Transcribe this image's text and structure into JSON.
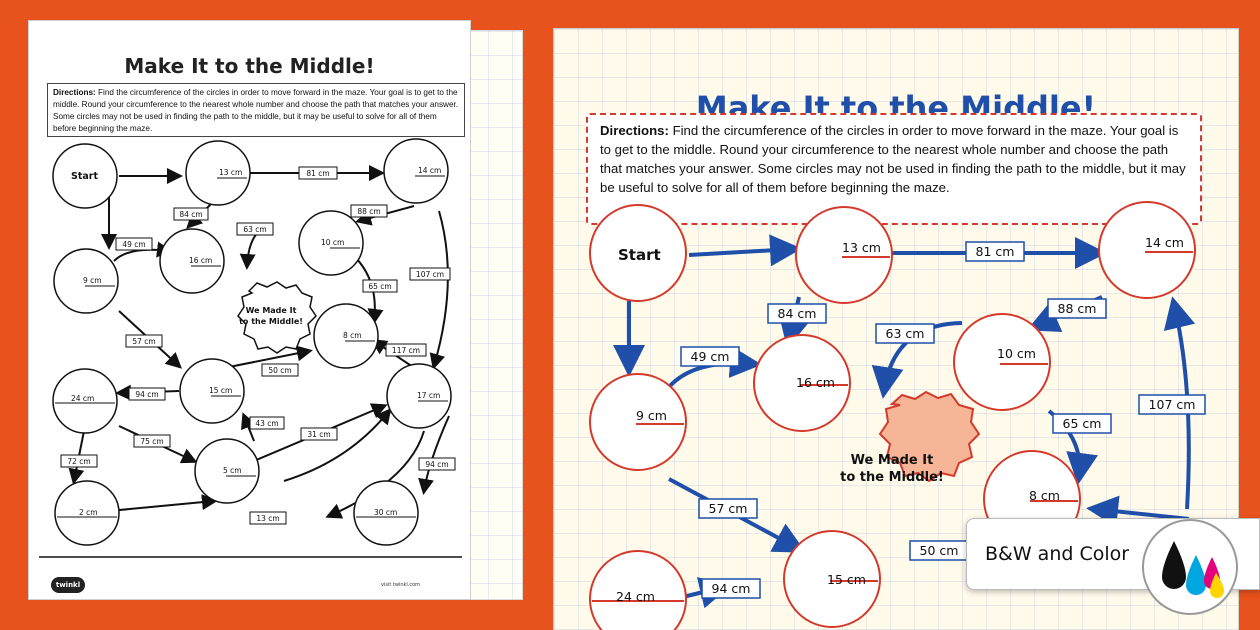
{
  "worksheet": {
    "title": "Make It to the Middle!",
    "directions_label": "Directions:",
    "directions_text": "Find the circumference of the circles in order to move forward in the maze. Your goal is to get to the middle. Round your circumference to the nearest whole number and choose the path that matches your answer. Some circles may not be used in finding the path to the middle, but it may be useful to solve for all of them before beginning the maze.",
    "start_label": "Start",
    "goal_label_line1": "We Made It",
    "goal_label_line2": "to the Middle!",
    "circle_labels": {
      "c13": "13 cm",
      "c14": "14 cm",
      "c10": "10 cm",
      "c16": "16 cm",
      "c9": "9 cm",
      "c8": "8 cm",
      "c15": "15 cm",
      "c17": "17 cm",
      "c24": "24 cm",
      "c5": "5 cm",
      "c2": "2 cm",
      "c30": "30 cm"
    },
    "path_labels": {
      "p81": "81 cm",
      "p84": "84 cm",
      "p88": "88 cm",
      "p63": "63 cm",
      "p49": "49 cm",
      "p107": "107 cm",
      "p65": "65 cm",
      "p117": "117 cm",
      "p57": "57 cm",
      "p50": "50 cm",
      "p94": "94 cm",
      "p43": "43 cm",
      "p75": "75 cm",
      "p31": "31 cm",
      "p72": "72 cm",
      "p13": "13 cm",
      "p94b": "94 cm"
    },
    "footer_logo": "twinkl",
    "footer_url": "visit twinkl.com"
  },
  "badge": {
    "label": "B&W and Color"
  },
  "colors": {
    "background": "#E8521C",
    "title_blue": "#1f4fa8",
    "arrow_blue": "#1f4fa8",
    "circle_red": "#d33a2c",
    "goal_fill": "#f5b596"
  }
}
